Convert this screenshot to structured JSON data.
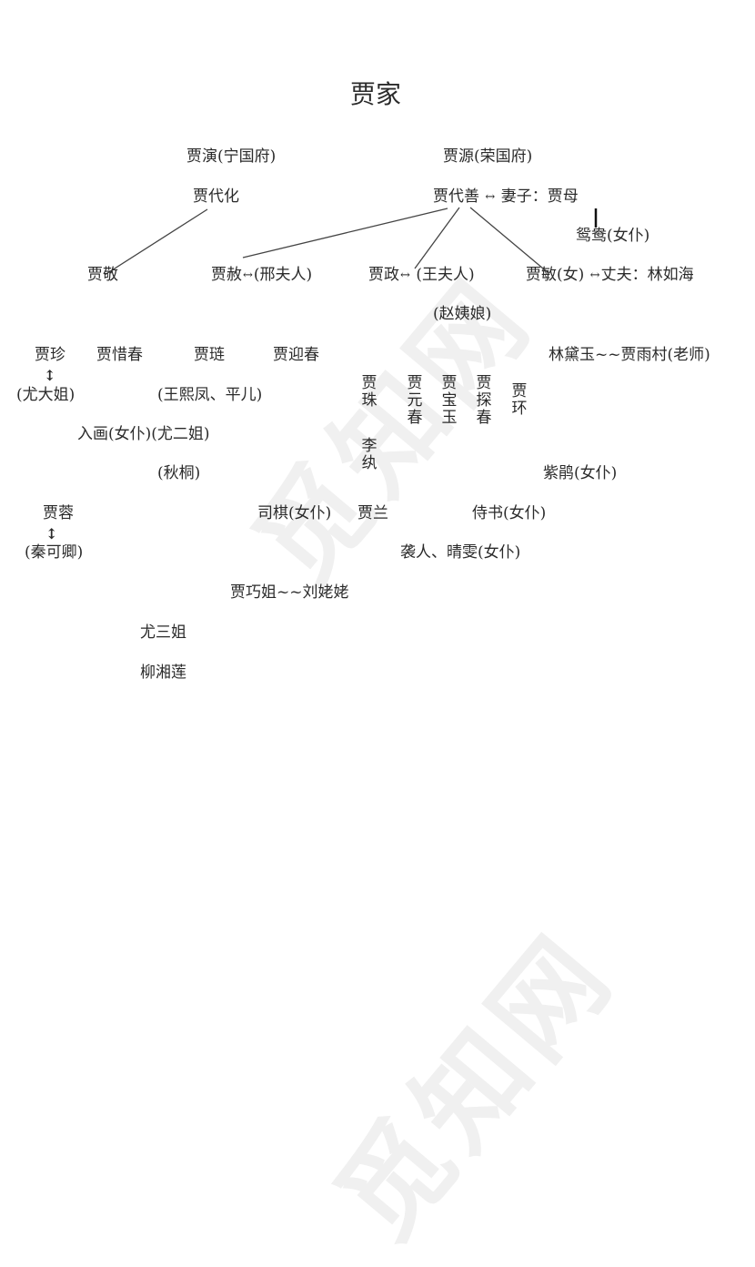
{
  "title": "贾家",
  "watermark": "觅知网",
  "nodes": {
    "jia_yan": "贾演(宁国府)",
    "jia_yuan": "贾源(荣国府)",
    "jia_daihua": "贾代化",
    "jia_daishan": "贾代善",
    "wife_label": "妻子：贾母",
    "yuanyang": "鸳鸯(女仆)",
    "jia_jing": "贾敬",
    "jia_she": "贾赦",
    "xing": "(邢夫人)",
    "jia_zheng": "贾政",
    "wang": "(王夫人)",
    "zhao": "(赵姨娘)",
    "jia_min": "贾敏(女)",
    "husband_label": "丈夫：林如海",
    "jia_zhen": "贾珍",
    "jia_xichun": "贾惜春",
    "jia_lian": "贾琏",
    "jia_yingchun": "贾迎春",
    "lin_daiyu": "林黛玉~~贾雨村(老师)",
    "you_dajie": "(尤大姐)",
    "wang_xifeng": "(王熙凤、平儿)",
    "jia_zhu": "贾珠",
    "jia_yuanchun": "贾元春",
    "jia_baoyu": "贾宝玉",
    "jia_tanchun": "贾探春",
    "jia_huan": "贾环",
    "ruhua": "入画(女仆)(尤二姐)",
    "li_wan": "李纨",
    "qiutong": "(秋桐)",
    "zijuan": "紫鹃(女仆)",
    "jia_rong": "贾蓉",
    "siqi": "司棋(女仆)",
    "jia_lan": "贾兰",
    "shishu": "侍书(女仆)",
    "qin_keqing": "(秦可卿)",
    "xiren": "袭人、晴雯(女仆)",
    "qiaojie": "贾巧姐~~刘姥姥",
    "you_sanjie": "尤三姐",
    "liu_xianglian": "柳湘莲"
  },
  "icons": {
    "marriage_arrow": "↔",
    "vertical_arrow": "↕"
  }
}
